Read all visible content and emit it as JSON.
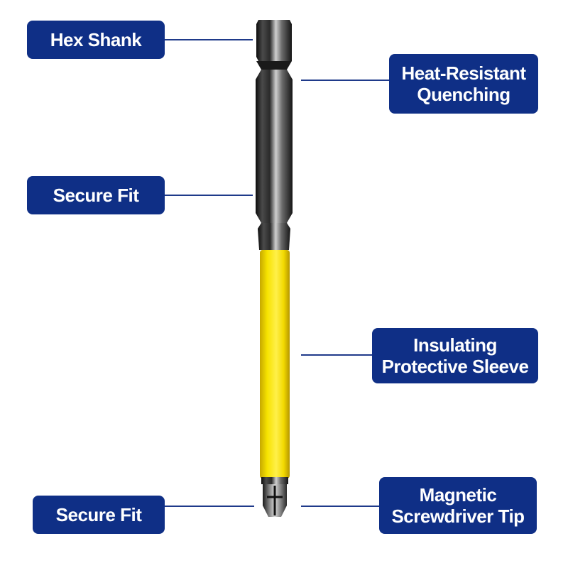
{
  "labels": {
    "hex_shank": "Hex Shank",
    "heat_resistant": [
      "Heat-Resistant",
      "Quenching"
    ],
    "secure_fit_top": "Secure Fit",
    "insulating_sleeve": [
      "Insulating",
      "Protective Sleeve"
    ],
    "secure_fit_bottom": "Secure Fit",
    "magnetic_tip": [
      "Magnetic",
      "Screwdriver Tip"
    ]
  },
  "colors": {
    "label_background": "#0f2f86",
    "label_text": "#ffffff",
    "leader_line": "#1f3a8a",
    "sleeve": "#f2dc00",
    "steel": "#3a3a3a"
  },
  "illustration": {
    "subject": "screwdriver-bit",
    "parts": [
      "hex-shank",
      "steel-body",
      "neck",
      "yellow-insulating-sleeve",
      "phillips-tip"
    ]
  }
}
